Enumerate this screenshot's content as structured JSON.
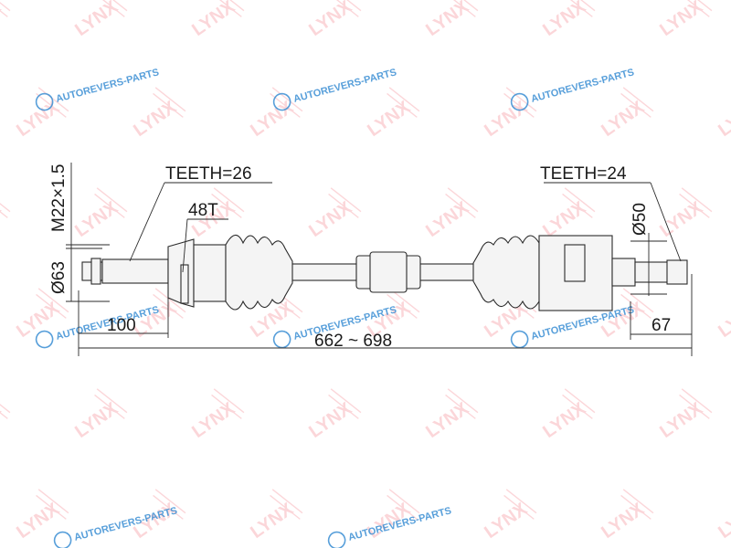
{
  "watermark": {
    "brand": "LYNX",
    "site": "AUTOREVERS-PARTS"
  },
  "drawing": {
    "thread": "M22×1.5",
    "outer_diameter_left": "Ø63",
    "teeth_left": "TEETH=26",
    "abs_ring": "48T",
    "teeth_right": "TEETH=24",
    "diameter_right": "Ø50",
    "length_left": "100",
    "total_length": "662 ~ 698",
    "length_right": "67"
  },
  "colors": {
    "watermark_brand": "#ee2233",
    "watermark_site": "#3b8fd4",
    "line": "#2a2a2a"
  }
}
